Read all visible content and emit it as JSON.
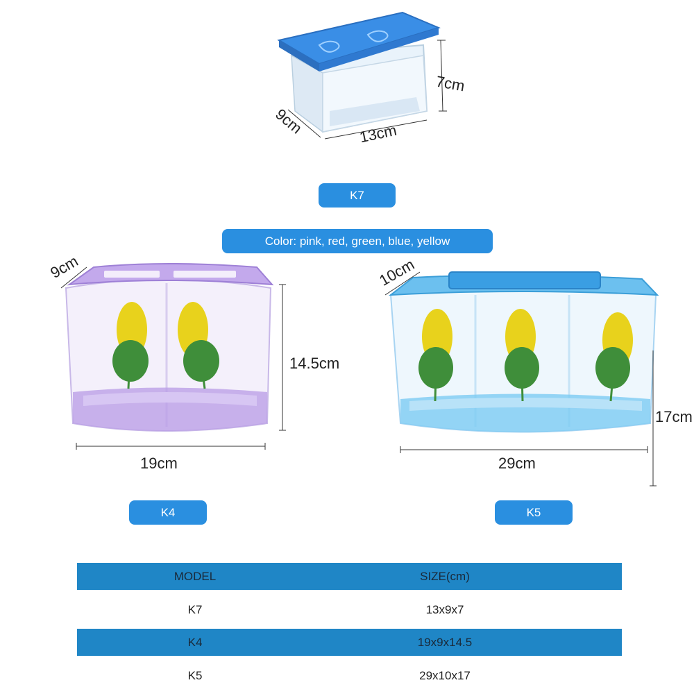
{
  "products": {
    "k7": {
      "label": "K7",
      "dims": {
        "depth": "9cm",
        "width": "13cm",
        "height": "7cm"
      }
    },
    "k4": {
      "label": "K4",
      "dims": {
        "depth": "9cm",
        "width": "19cm",
        "height": "14.5cm"
      }
    },
    "k5": {
      "label": "K5",
      "dims": {
        "depth": "10cm",
        "width": "29cm",
        "height": "17cm"
      }
    }
  },
  "color_note": "Color: pink, red, green, blue, yellow",
  "table": {
    "headers": {
      "model": "MODEL",
      "size": "SIZE(cm)"
    },
    "rows": [
      {
        "model": "K7",
        "size": "13x9x7"
      },
      {
        "model": "K4",
        "size": "19x9x14.5"
      },
      {
        "model": "K5",
        "size": "29x10x17"
      }
    ]
  },
  "colors": {
    "accent_blue": "#2a8fe0",
    "table_band": "#1f86c6",
    "k7_lid": "#3a8ee6",
    "k4_tint": "#b89be6",
    "k5_tint": "#6cc0ef",
    "plant_yellow": "#e8d21c",
    "plant_green": "#3f8e3a"
  }
}
